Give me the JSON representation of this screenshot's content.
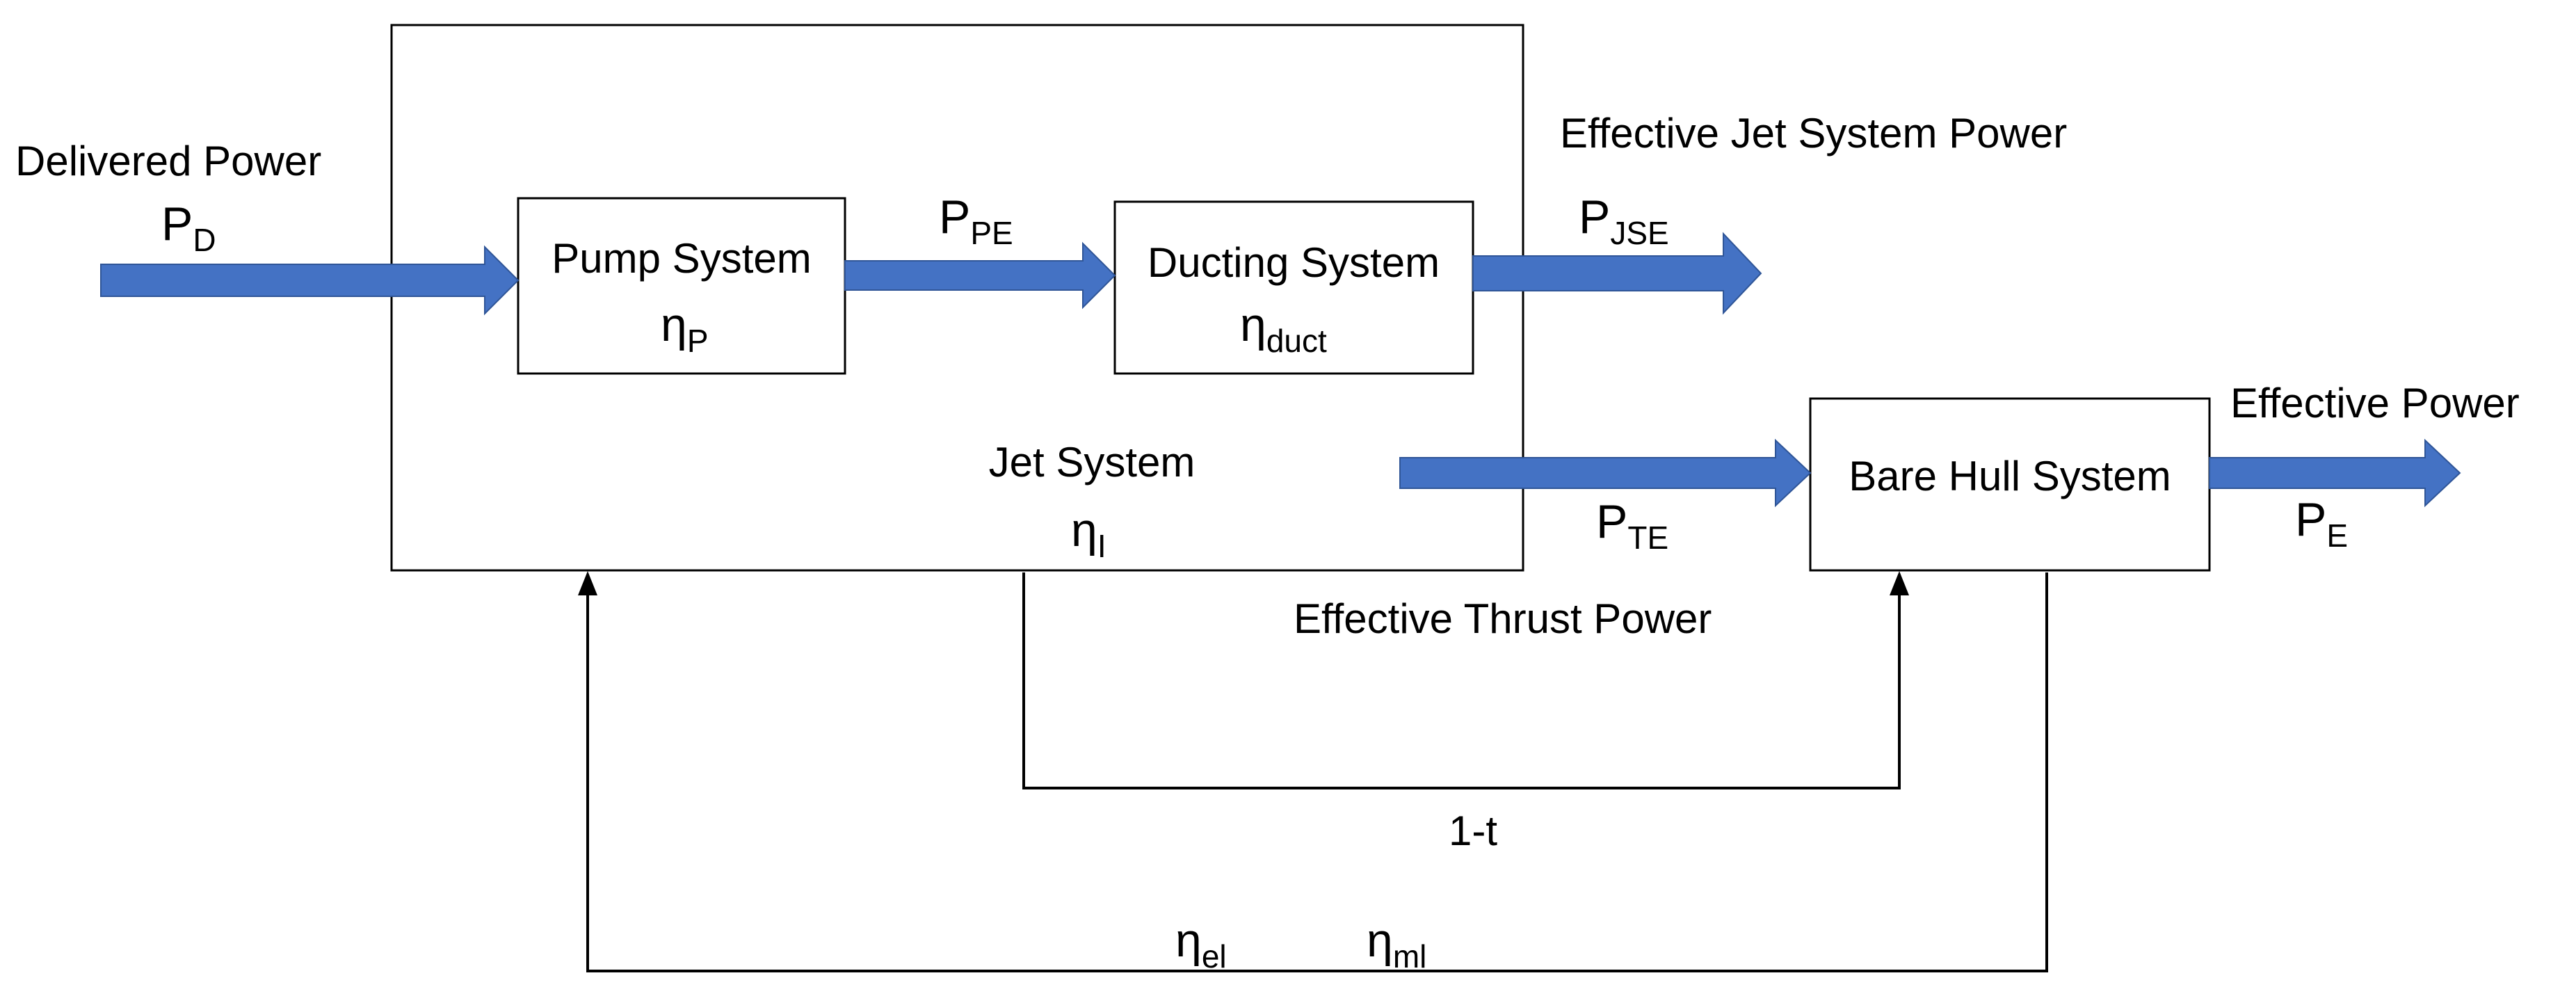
{
  "labels": {
    "delivered_power": "Delivered Power",
    "effective_jet_system_power": "Effective Jet System Power",
    "effective_power": "Effective Power",
    "effective_thrust_power": "Effective Thrust Power",
    "jet_system": "Jet System",
    "thrust_deduction": "1-t"
  },
  "boxes": {
    "pump": {
      "title": "Pump System",
      "eta": "η",
      "eta_sub": "P"
    },
    "ducting": {
      "title": "Ducting System",
      "eta": "η",
      "eta_sub": "duct"
    },
    "bare_hull": {
      "title": "Bare Hull System"
    },
    "jet": {
      "eta": "η",
      "eta_sub": "I"
    }
  },
  "symbols": {
    "pd": {
      "base": "P",
      "sub": "D"
    },
    "ppe": {
      "base": "P",
      "sub": "PE"
    },
    "pjse": {
      "base": "P",
      "sub": "JSE"
    },
    "pte": {
      "base": "P",
      "sub": "TE"
    },
    "pe": {
      "base": "P",
      "sub": "E"
    },
    "eta_el": {
      "base": "η",
      "sub": "el"
    },
    "eta_ml": {
      "base": "η",
      "sub": "ml"
    }
  },
  "colors": {
    "flow_arrow": "#4472c4",
    "lines": "#000000"
  }
}
